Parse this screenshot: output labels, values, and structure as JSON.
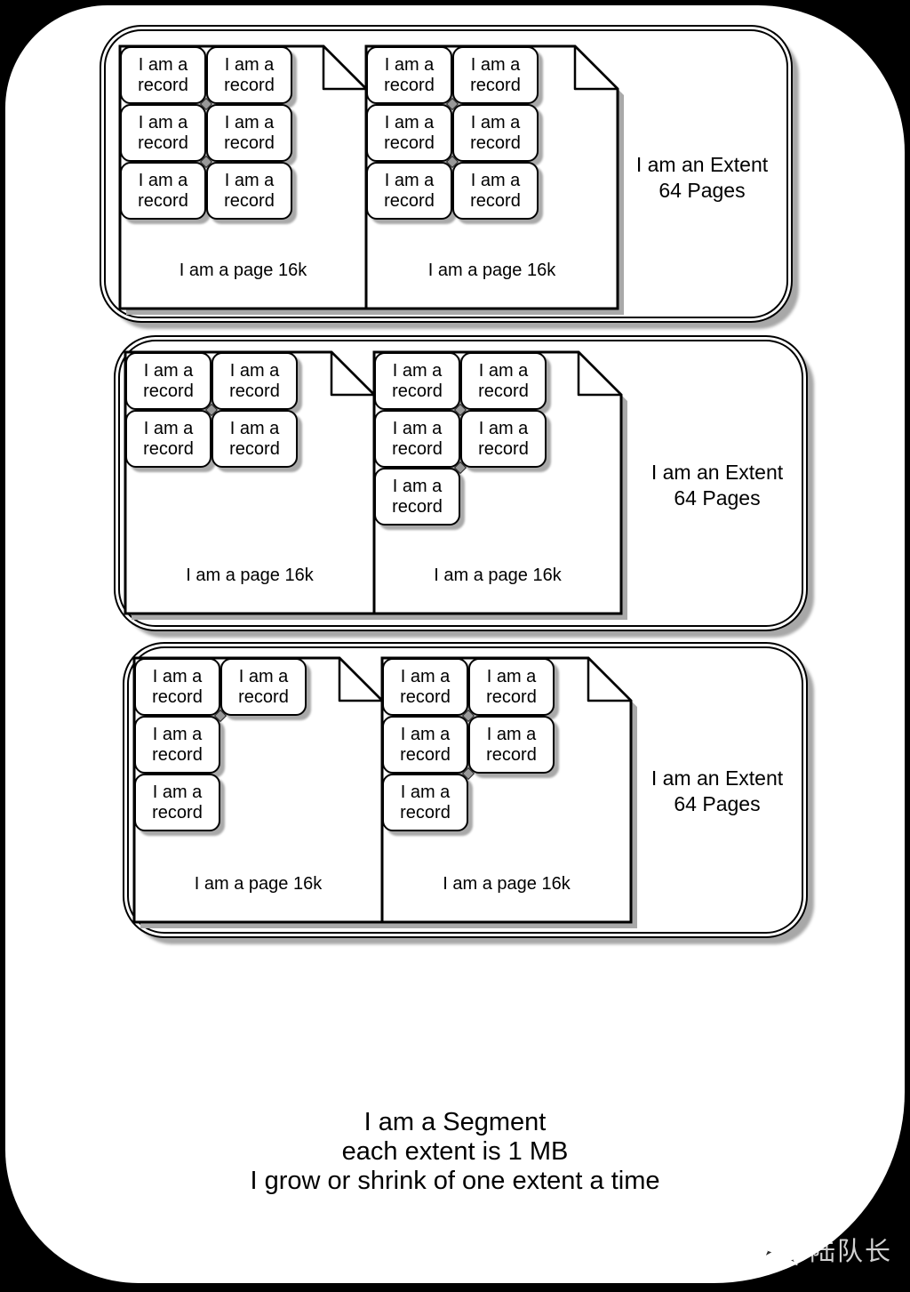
{
  "colors": {
    "background": "#000000",
    "paper": "#ffffff",
    "ink": "#000000",
    "shadow": "#a9a9a9",
    "watermark": "#ffffff"
  },
  "extents": [
    {
      "label_line1": "I am an Extent",
      "label_line2": "64 Pages",
      "pages": [
        {
          "label": "I am a page 16k",
          "records": [
            {
              "row": 0,
              "col": 0,
              "text": "I am a record"
            },
            {
              "row": 0,
              "col": 1,
              "text": "I am a record"
            },
            {
              "row": 1,
              "col": 0,
              "text": "I am a record"
            },
            {
              "row": 1,
              "col": 1,
              "text": "I am a record"
            },
            {
              "row": 2,
              "col": 0,
              "text": "I am a record"
            },
            {
              "row": 2,
              "col": 1,
              "text": "I am a record"
            }
          ]
        },
        {
          "label": "I am a page 16k",
          "records": [
            {
              "row": 0,
              "col": 0,
              "text": "I am a record"
            },
            {
              "row": 0,
              "col": 1,
              "text": "I am a record"
            },
            {
              "row": 1,
              "col": 0,
              "text": "I am a record"
            },
            {
              "row": 1,
              "col": 1,
              "text": "I am a record"
            },
            {
              "row": 2,
              "col": 0,
              "text": "I am a record"
            },
            {
              "row": 2,
              "col": 1,
              "text": "I am a record"
            }
          ]
        }
      ]
    },
    {
      "label_line1": "I am an Extent",
      "label_line2": "64 Pages",
      "pages": [
        {
          "label": "I am a page 16k",
          "records": [
            {
              "row": 0,
              "col": 0,
              "text": "I am a record"
            },
            {
              "row": 0,
              "col": 1,
              "text": "I am a record"
            },
            {
              "row": 1,
              "col": 0,
              "text": "I am a record"
            },
            {
              "row": 1,
              "col": 1,
              "text": "I am a record"
            }
          ]
        },
        {
          "label": "I am a page 16k",
          "records": [
            {
              "row": 0,
              "col": 0,
              "text": "I am a record"
            },
            {
              "row": 0,
              "col": 1,
              "text": "I am a record"
            },
            {
              "row": 1,
              "col": 0,
              "text": "I am a record"
            },
            {
              "row": 1,
              "col": 1,
              "text": "I am a record"
            },
            {
              "row": 2,
              "col": 0,
              "text": "I am a record"
            }
          ]
        }
      ]
    },
    {
      "label_line1": "I am an Extent",
      "label_line2": "64 Pages",
      "pages": [
        {
          "label": "I am a page 16k",
          "records": [
            {
              "row": 0,
              "col": 0,
              "text": "I am a record"
            },
            {
              "row": 0,
              "col": 1,
              "text": "I am a record"
            },
            {
              "row": 1,
              "col": 0,
              "text": "I am a record"
            },
            {
              "row": 2,
              "col": 0,
              "text": "I am a record"
            }
          ]
        },
        {
          "label": "I am a page 16k",
          "records": [
            {
              "row": 0,
              "col": 0,
              "text": "I am a record"
            },
            {
              "row": 0,
              "col": 1,
              "text": "I am a record"
            },
            {
              "row": 1,
              "col": 0,
              "text": "I am a record"
            },
            {
              "row": 1,
              "col": 1,
              "text": "I am a record"
            },
            {
              "row": 2,
              "col": 0,
              "text": "I am a record"
            }
          ]
        }
      ]
    }
  ],
  "segment": {
    "caption_lines": [
      "I am a Segment",
      "each extent is 1 MB",
      "I grow or shrink of one extent a time"
    ]
  },
  "watermark": {
    "text": "陆队长",
    "icon": "wechat-icon"
  }
}
